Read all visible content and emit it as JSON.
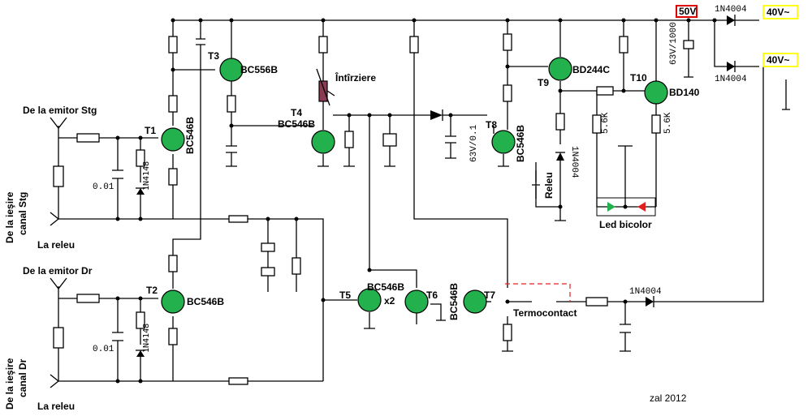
{
  "supply": {
    "rail_label": "50V",
    "rail_color": "#dd0000"
  },
  "ac_inputs": [
    {
      "label": "40V~",
      "box_color": "#ffff00"
    },
    {
      "label": "40V~",
      "box_color": "#ffff00"
    }
  ],
  "diodes": {
    "d_top": "1N4004",
    "d_mid": "1N4004",
    "d_relay": "1N4004",
    "d_bottom": "1N4004",
    "d_t1": "1N4148",
    "d_t2": "1N4148"
  },
  "transistors": {
    "t1": {
      "name": "T1",
      "type": "BC546B"
    },
    "t2": {
      "name": "T2",
      "type": "BC546B"
    },
    "t3": {
      "name": "T3",
      "type": "BC556B"
    },
    "t4": {
      "name": "T4",
      "type": "BC546B"
    },
    "t5": {
      "name": "T5",
      "type": "BC546B",
      "mult": "x2"
    },
    "t6": {
      "name": "T6"
    },
    "t7": {
      "name": "T7",
      "type": "BC546B"
    },
    "t8": {
      "name": "T8",
      "type": "BC546B"
    },
    "t9": {
      "name": "T9",
      "type": "BD244C"
    },
    "t10": {
      "name": "T10",
      "type": "BD140"
    }
  },
  "components": {
    "cap_main": "63V/1000",
    "cap_delay": "63V/0.1",
    "cap_t1": "0.01",
    "cap_t2": "0.01",
    "r_led_left": "5.6K",
    "r_led_right": "5.6K",
    "delay_pot": "Întîrziere",
    "relay": "Releu",
    "thermal": "Termocontact",
    "led": "Led bicolor"
  },
  "signals": {
    "emit_left": "De la emitor Stg",
    "out_left_1": "De la ieşire",
    "out_left_2": "canal Stg",
    "relay_left": "La releu",
    "emit_right": "De la emitor Dr",
    "out_right_1": "De la ieşire",
    "out_right_2": "canal Dr",
    "relay_right": "La releu"
  },
  "credit": "zal 2012"
}
